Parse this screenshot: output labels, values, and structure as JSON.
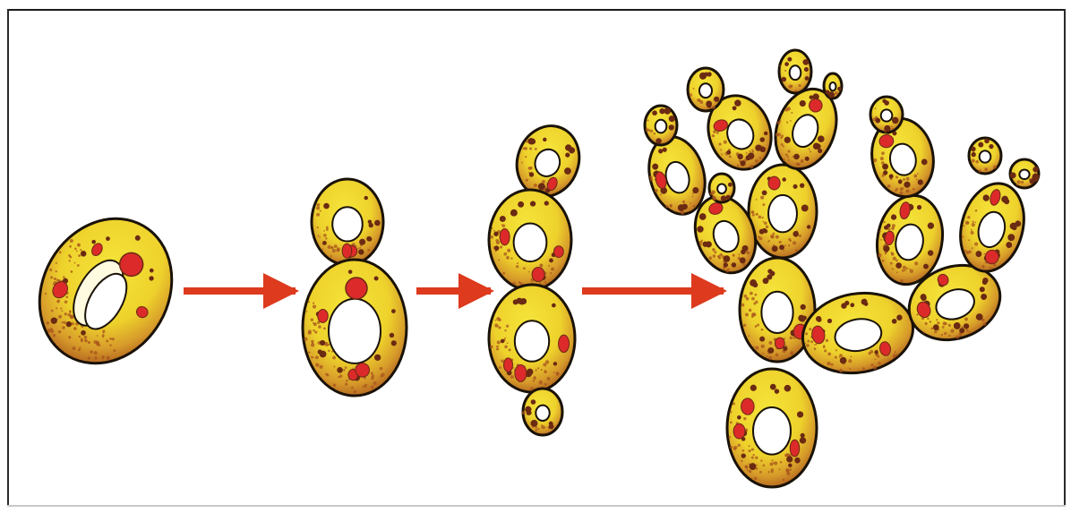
{
  "figure": {
    "subject": "yeast-budding-sequence",
    "stages": [
      {
        "name": "single-cell"
      },
      {
        "name": "budding-cell"
      },
      {
        "name": "cell-chain"
      },
      {
        "name": "branched-colony"
      }
    ],
    "arrows": 3
  },
  "colors": {
    "cytoplasm": "#f2df2e",
    "shading": "#a8541c",
    "granule": "#6b2a12",
    "red_granule": "#dc2a2a",
    "outline": "#1a1208",
    "vacuole": "#ffffff",
    "arrow": "#dd3a1e",
    "frame": "#1a1a1a"
  }
}
